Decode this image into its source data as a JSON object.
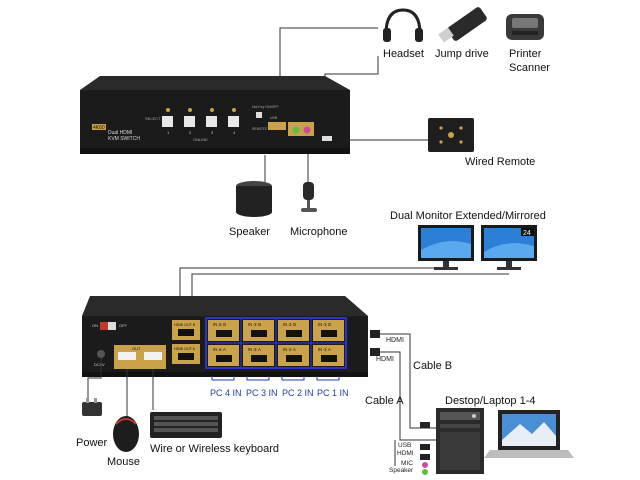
{
  "top_device": {
    "model_badge": "4K60",
    "title_line1": "Dual HDMI",
    "title_line2": "KVM SWITCH",
    "select_label": "SELECT",
    "port_numbers": [
      "1",
      "2",
      "3",
      "4"
    ],
    "online_label": "ONLINE",
    "hotkey_label": "Hot Key ON/OFF",
    "remote_label": "REMOTE",
    "usb_label": "USB"
  },
  "peripherals": {
    "headset": "Headset",
    "jump_drive": "Jump drive",
    "printer_line1": "Printer",
    "printer_line2": "Scanner",
    "wired_remote": "Wired Remote",
    "speaker": "Speaker",
    "microphone": "Microphone"
  },
  "monitors": {
    "title": "Dual Monitor Extended/Mirrored",
    "badge": "24"
  },
  "bottom_device": {
    "on_label": "ON",
    "off_label": "OFF",
    "dc_label": "DC5V",
    "hdmi_out_a": "HDMI OUT A",
    "hdmi_out_b": "HDMI OUT B",
    "out_label": "OUT",
    "in_labels_top": [
      "IN ④ B",
      "IN ③ B",
      "IN ② B",
      "IN ① B"
    ],
    "in_labels_bottom": [
      "IN ④ A",
      "IN ③ A",
      "IN ② A",
      "IN ① A"
    ],
    "pc_labels": [
      "PC 4 IN",
      "PC 3 IN",
      "PC 2 IN",
      "PC 1 IN"
    ]
  },
  "cables": {
    "hdmi_1": "HDMI",
    "hdmi_2": "HDMI",
    "cable_b": "Cable B",
    "cable_a": "Cable A",
    "usb": "USB",
    "hdmi_3": "HDMI",
    "mic": "MIC",
    "speaker": "Speaker"
  },
  "computers": {
    "title": "Destop/Laptop 1-4"
  },
  "bottom_peripherals": {
    "power": "Power",
    "mouse": "Mouse",
    "keyboard": "Wire or Wireless keyboard"
  },
  "colors": {
    "device": "#1b1b1b",
    "gold": "#c9a24a",
    "highlight_box": "#2a34c8",
    "pc_label": "#1f3fa8",
    "mic_jack": "#d04a9a",
    "speaker_jack": "#5cbf3a"
  }
}
